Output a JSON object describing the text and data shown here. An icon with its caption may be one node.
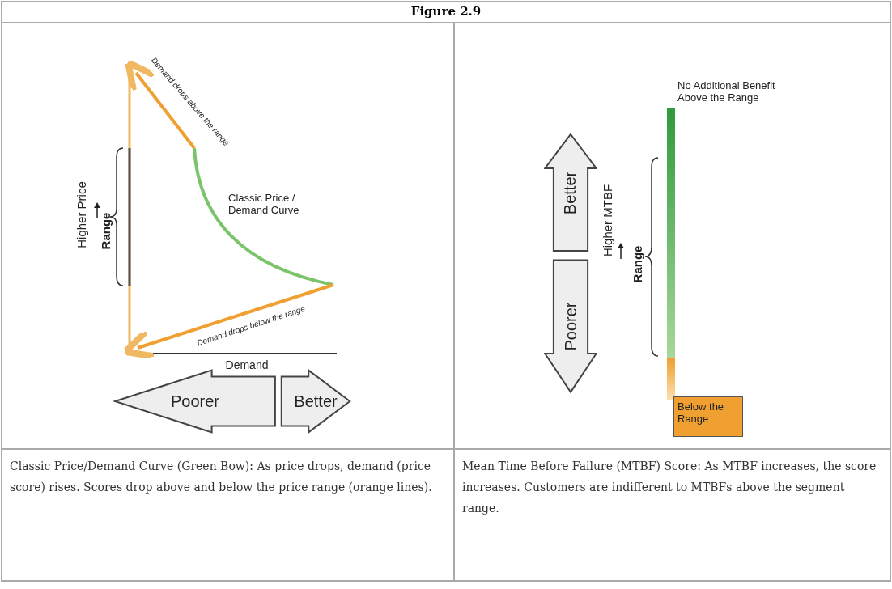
{
  "diagram": {
    "title": "Figure 2.9",
    "nodes": [
      {
        "text": [
          "Poorer"
        ]
      },
      {
        "text": [
          "Better"
        ]
      },
      {
        "text": [
          "Better"
        ]
      },
      {
        "text": [
          "Poorer"
        ]
      },
      {
        "text": [
          "Below the Range"
        ]
      }
    ],
    "edges": [],
    "labels": [
      "Demand drops above the range",
      "Higher Price",
      "Range",
      "Classic Price / Demand Curve",
      "Demand drops below the range",
      "Demand",
      "No Additional Benefit Above the Range",
      "Higher MTBF",
      "Range",
      "Classic Price/Demand Curve (Green Bow): As price drops, demand (price score) rises. Scores drop above and below the price range (orange lines).",
      "Mean Time Before Failure (MTBF) Score: As MTBF increases, the score increases. Customers are indifferent to MTBFs above the segment range."
    ]
  }
}
